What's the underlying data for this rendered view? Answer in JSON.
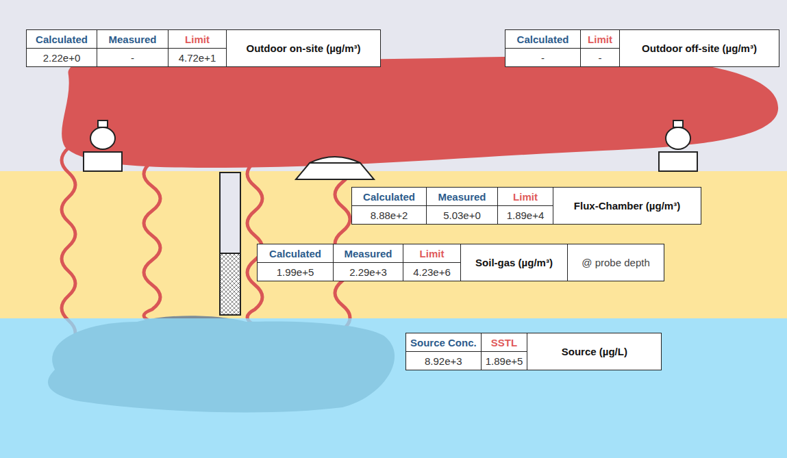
{
  "diagram": {
    "labels": [
      "Calculated",
      "Measured",
      "Limit",
      "Outdoor on-site (µg/m³)",
      "2.22e+0",
      "-",
      "4.72e+1",
      "Calculated",
      "Limit",
      "Outdoor off-site (µg/m³)",
      "-",
      "-",
      "Calculated",
      "Measured",
      "Limit",
      "Flux-Chamber (µg/m³)",
      "8.88e+2",
      "5.03e+0",
      "1.89e+4",
      "Calculated",
      "Measured",
      "Limit",
      "Soil-gas (µg/m³)",
      "@ probe depth",
      "1.99e+5",
      "2.29e+3",
      "4.23e+6",
      "Source Conc.",
      "SSTL",
      "Source (µg/L)",
      "8.92e+3",
      "1.89e+5"
    ]
  }
}
